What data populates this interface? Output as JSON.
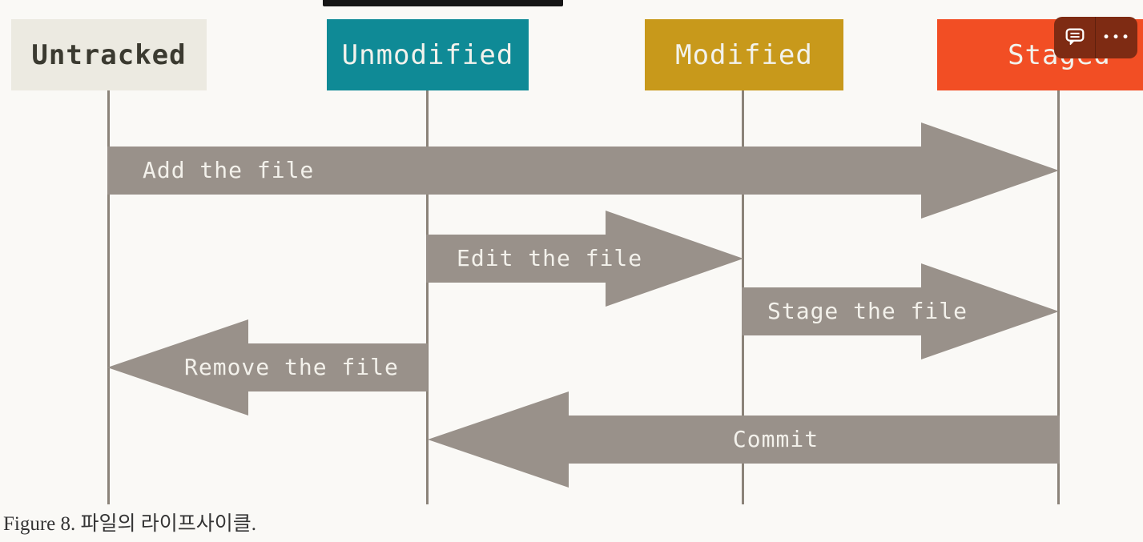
{
  "figure": {
    "caption": "Figure 8. 파일의 라이프사이클.",
    "states": [
      {
        "id": "untracked",
        "label": "Untracked",
        "bg": "#ECEAE1",
        "fg": "#3B3A30"
      },
      {
        "id": "unmodified",
        "label": "Unmodified",
        "bg": "#0F8A96",
        "fg": "#F2F2EC"
      },
      {
        "id": "modified",
        "label": "Modified",
        "bg": "#C8991B",
        "fg": "#F2F2EC"
      },
      {
        "id": "staged",
        "label": "Staged",
        "bg": "#F24E24",
        "fg": "#F2F2EC"
      }
    ],
    "transitions": [
      {
        "label": "Add the file",
        "from": "untracked",
        "to": "staged",
        "direction": "right"
      },
      {
        "label": "Edit the file",
        "from": "unmodified",
        "to": "modified",
        "direction": "right"
      },
      {
        "label": "Stage the file",
        "from": "modified",
        "to": "staged",
        "direction": "right"
      },
      {
        "label": "Remove the file",
        "from": "unmodified",
        "to": "untracked",
        "direction": "left"
      },
      {
        "label": "Commit",
        "from": "staged",
        "to": "unmodified",
        "direction": "left"
      }
    ],
    "colors": {
      "arrow": "#99918A",
      "lifeline": "#8B8379",
      "background": "#FAF9F6",
      "overlay_background": "#7E2B13"
    }
  },
  "toolbar": {
    "comment_icon": "speech-bubble-icon",
    "more_glyph": "•••"
  }
}
